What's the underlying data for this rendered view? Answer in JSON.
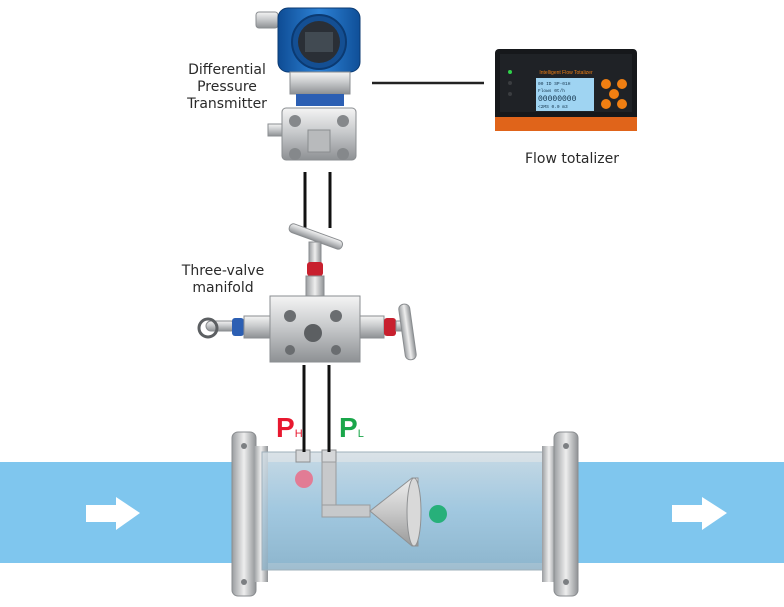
{
  "labels": {
    "transmitter": [
      "Differential",
      "Pressure",
      "Transmitter"
    ],
    "totalizer": "Flow totalizer",
    "manifold": [
      "Three-valve",
      "manifold"
    ]
  },
  "pressure_taps": {
    "high": {
      "letter": "P",
      "sub": "H",
      "color": "#e8182f"
    },
    "low": {
      "letter": "P",
      "sub": "L",
      "color": "#1aa64a"
    }
  },
  "totalizer_display": {
    "header": "Intelligent Flow Totalizer",
    "line1": "00 ID  SP-01H",
    "line2": "Flows   0t/h",
    "line3": "00000000",
    "line4": "<2MS    0.0 m3"
  },
  "colors": {
    "fluid": "#7fc6ee",
    "transmitter_blue": "#1a63b5",
    "high_marker": "#e27c95",
    "low_marker": "#27b07a",
    "totalizer_orange": "#f07f12"
  }
}
